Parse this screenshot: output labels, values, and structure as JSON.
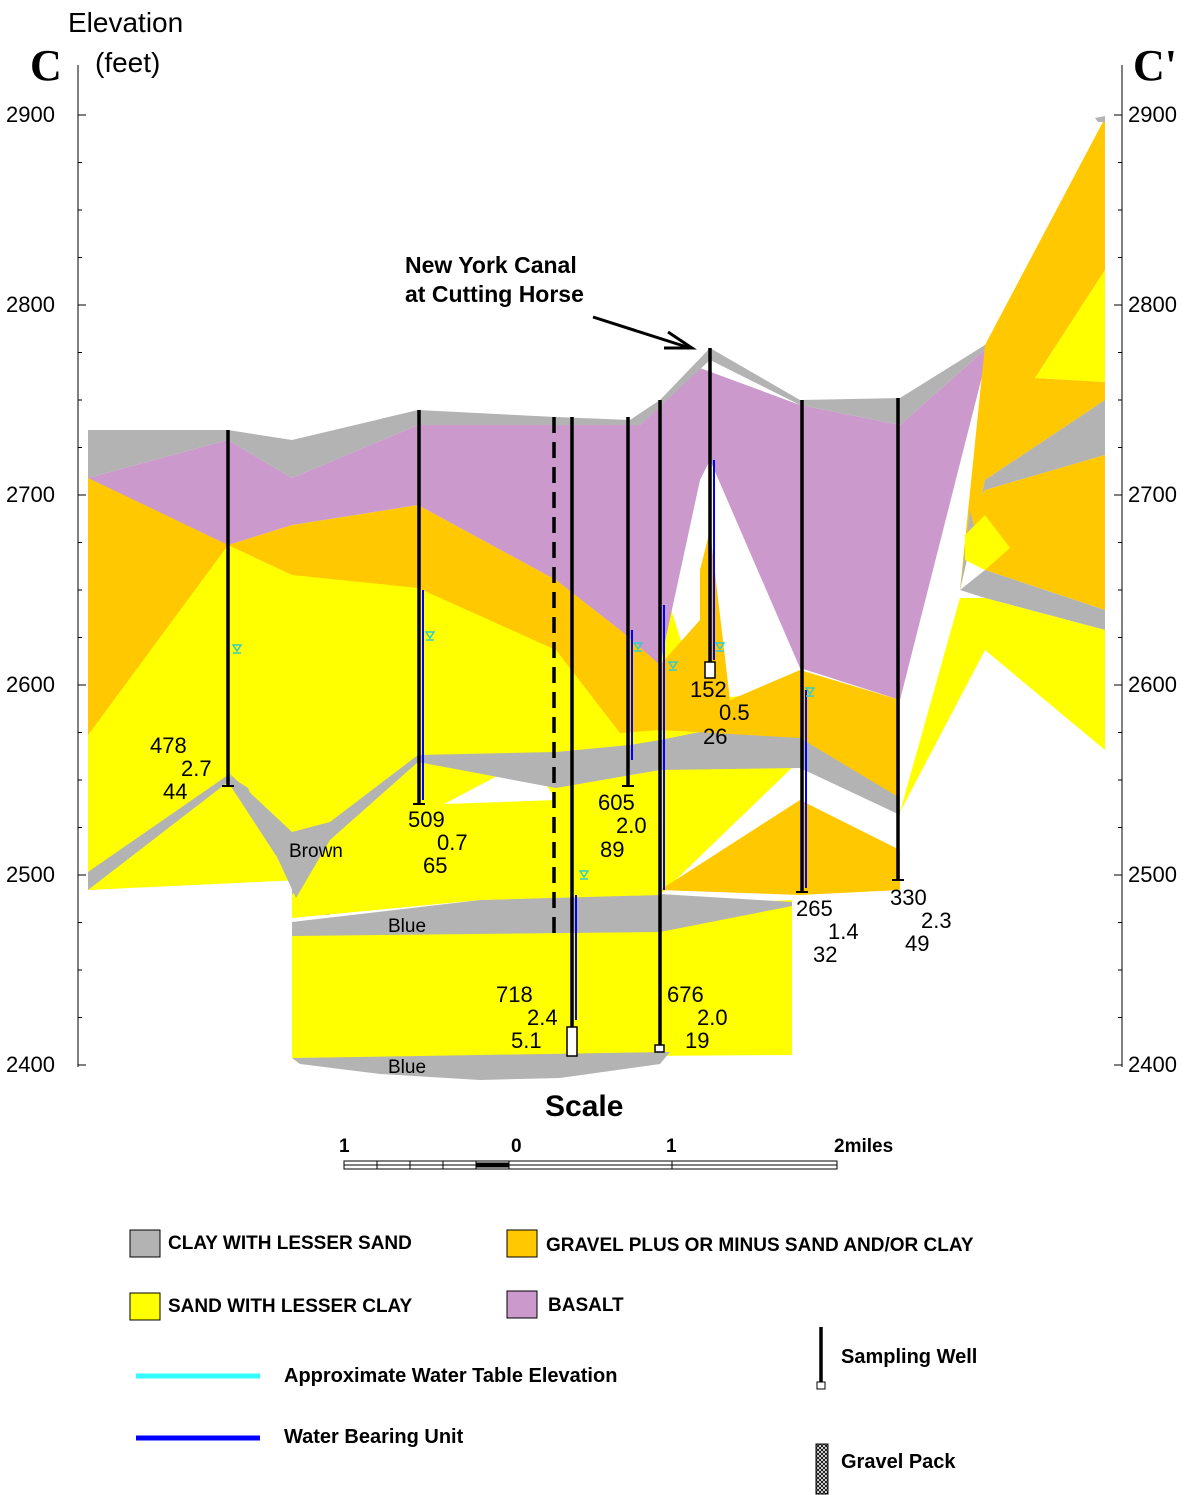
{
  "section": {
    "label_left": "C",
    "label_right": "C'",
    "axis_title_line1": "Elevation",
    "axis_title_line2": "(feet)",
    "ticks": [
      "2900",
      "2800",
      "2700",
      "2600",
      "2500",
      "2400"
    ]
  },
  "units": {
    "brown": "Brown",
    "blue_upper": "Blue",
    "blue_lower": "Blue"
  },
  "annotation": {
    "line1": "New York Canal",
    "line2": "at Cutting Horse"
  },
  "wells": [
    {
      "v1": "478",
      "v2": "2.7",
      "v3": "44"
    },
    {
      "v1": "509",
      "v2": "0.7",
      "v3": "65"
    },
    {
      "v1": "718",
      "v2": "2.4",
      "v3": "5.1"
    },
    {
      "v1": "605",
      "v2": "2.0",
      "v3": "89"
    },
    {
      "v1": "676",
      "v2": "2.0",
      "v3": "19"
    },
    {
      "v1": "152",
      "v2": "0.5",
      "v3": "26"
    },
    {
      "v1": "265",
      "v2": "1.4",
      "v3": "32"
    },
    {
      "v1": "330",
      "v2": "2.3",
      "v3": "49"
    }
  ],
  "scale": {
    "title": "Scale",
    "labels": [
      "1",
      "0",
      "1",
      "2miles"
    ]
  },
  "legend": {
    "clay": "CLAY WITH LESSER SAND",
    "gravel": "GRAVEL PLUS OR MINUS SAND AND/OR CLAY",
    "sand": "SAND WITH LESSER CLAY",
    "basalt": "BASALT",
    "water_table": "Approximate Water Table Elevation",
    "water_bearing": "Water Bearing Unit",
    "sampling_well": "Sampling Well",
    "gravel_pack": "Gravel Pack"
  },
  "colors": {
    "clay": "#b3b3b3",
    "sand": "#ffff00",
    "gravel": "#ffc800",
    "basalt": "#cc99cc",
    "water_table": "#33ffff",
    "water_bearing": "#0000ff"
  }
}
